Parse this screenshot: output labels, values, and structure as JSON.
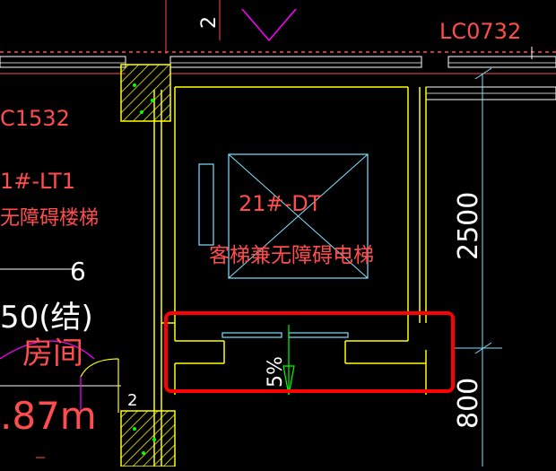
{
  "drawing": {
    "labels": {
      "window_top_right": "LC0732",
      "window_left": "C1532",
      "stair_code": "1#-LT1",
      "stair_desc": "无障碍楼梯",
      "elevator_code": "21#-DT",
      "elevator_desc": "客梯兼无障碍电梯",
      "dimension_1": "2500",
      "dimension_2": "800",
      "slope": "5%",
      "room_name": "房间",
      "number_6": "6",
      "fragment_50": "50(结)",
      "area_fragment": ".87m",
      "corner_2": "2",
      "top_fragment": "2"
    },
    "colors": {
      "background": "#000000",
      "wall": "#ffff00",
      "label_red": "#ff4d4d",
      "label_white": "#ffffff",
      "line_cyan": "#80e0ff",
      "hatch": "#ffff00",
      "highlight": "#ff0000",
      "accent_magenta": "#ff00ff",
      "arrow_green": "#00ff00"
    }
  }
}
